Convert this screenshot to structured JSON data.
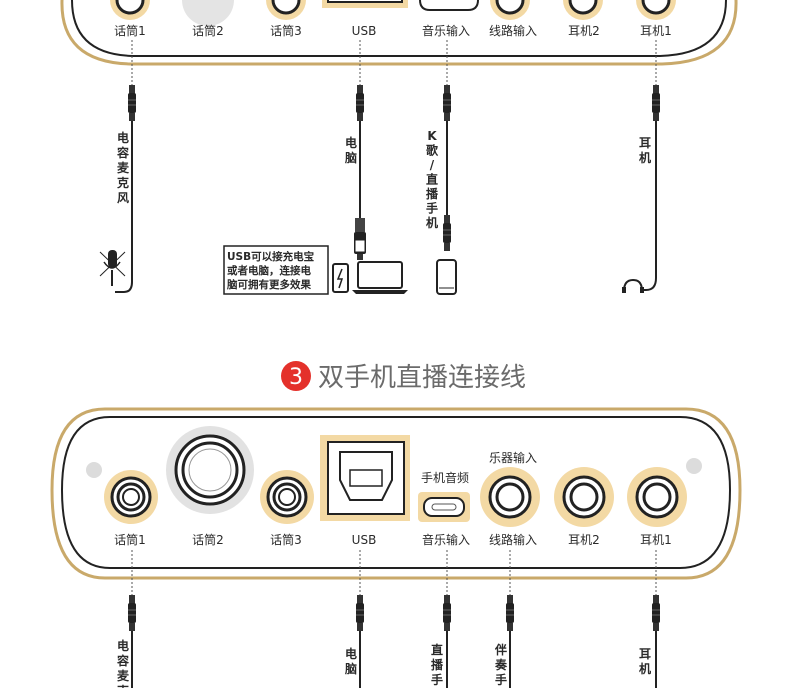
{
  "top_panel": {
    "port_labels": [
      "话筒1",
      "话筒2",
      "话筒3",
      "USB",
      "音乐输入",
      "线路输入",
      "耳机2",
      "耳机1"
    ]
  },
  "top_cables": {
    "mic": [
      "电",
      "容",
      "麦",
      "克",
      "风"
    ],
    "computer": [
      "电",
      "脑"
    ],
    "phone": [
      "K",
      "歌",
      "/",
      "直",
      "播",
      "手",
      "机"
    ],
    "headphone": [
      "耳",
      "机"
    ]
  },
  "usb_note": {
    "lines": [
      "USB可以接充电宝",
      "或者电脑，连接电",
      "脑可拥有更多效果"
    ]
  },
  "section3": {
    "number": "3",
    "title": "双手机直播连接线",
    "accent": "#e4312b"
  },
  "bottom_panel": {
    "port_labels": [
      "话筒1",
      "话筒2",
      "话筒3",
      "USB",
      "音乐输入",
      "线路输入",
      "耳机2",
      "耳机1"
    ],
    "top_labels": {
      "phone_audio": "手机音频",
      "instrument_input": "乐器输入"
    }
  },
  "bottom_cables": {
    "mic": [
      "电",
      "容",
      "麦",
      "克"
    ],
    "computer": [
      "电",
      "脑"
    ],
    "live": [
      "直",
      "播",
      "手"
    ],
    "accompany": [
      "伴",
      "奏",
      "手"
    ],
    "headphone": [
      "耳",
      "机"
    ]
  },
  "colors": {
    "gold": "#c9a96a",
    "ring_fill": "#f3d9a4",
    "dark": "#222222"
  }
}
